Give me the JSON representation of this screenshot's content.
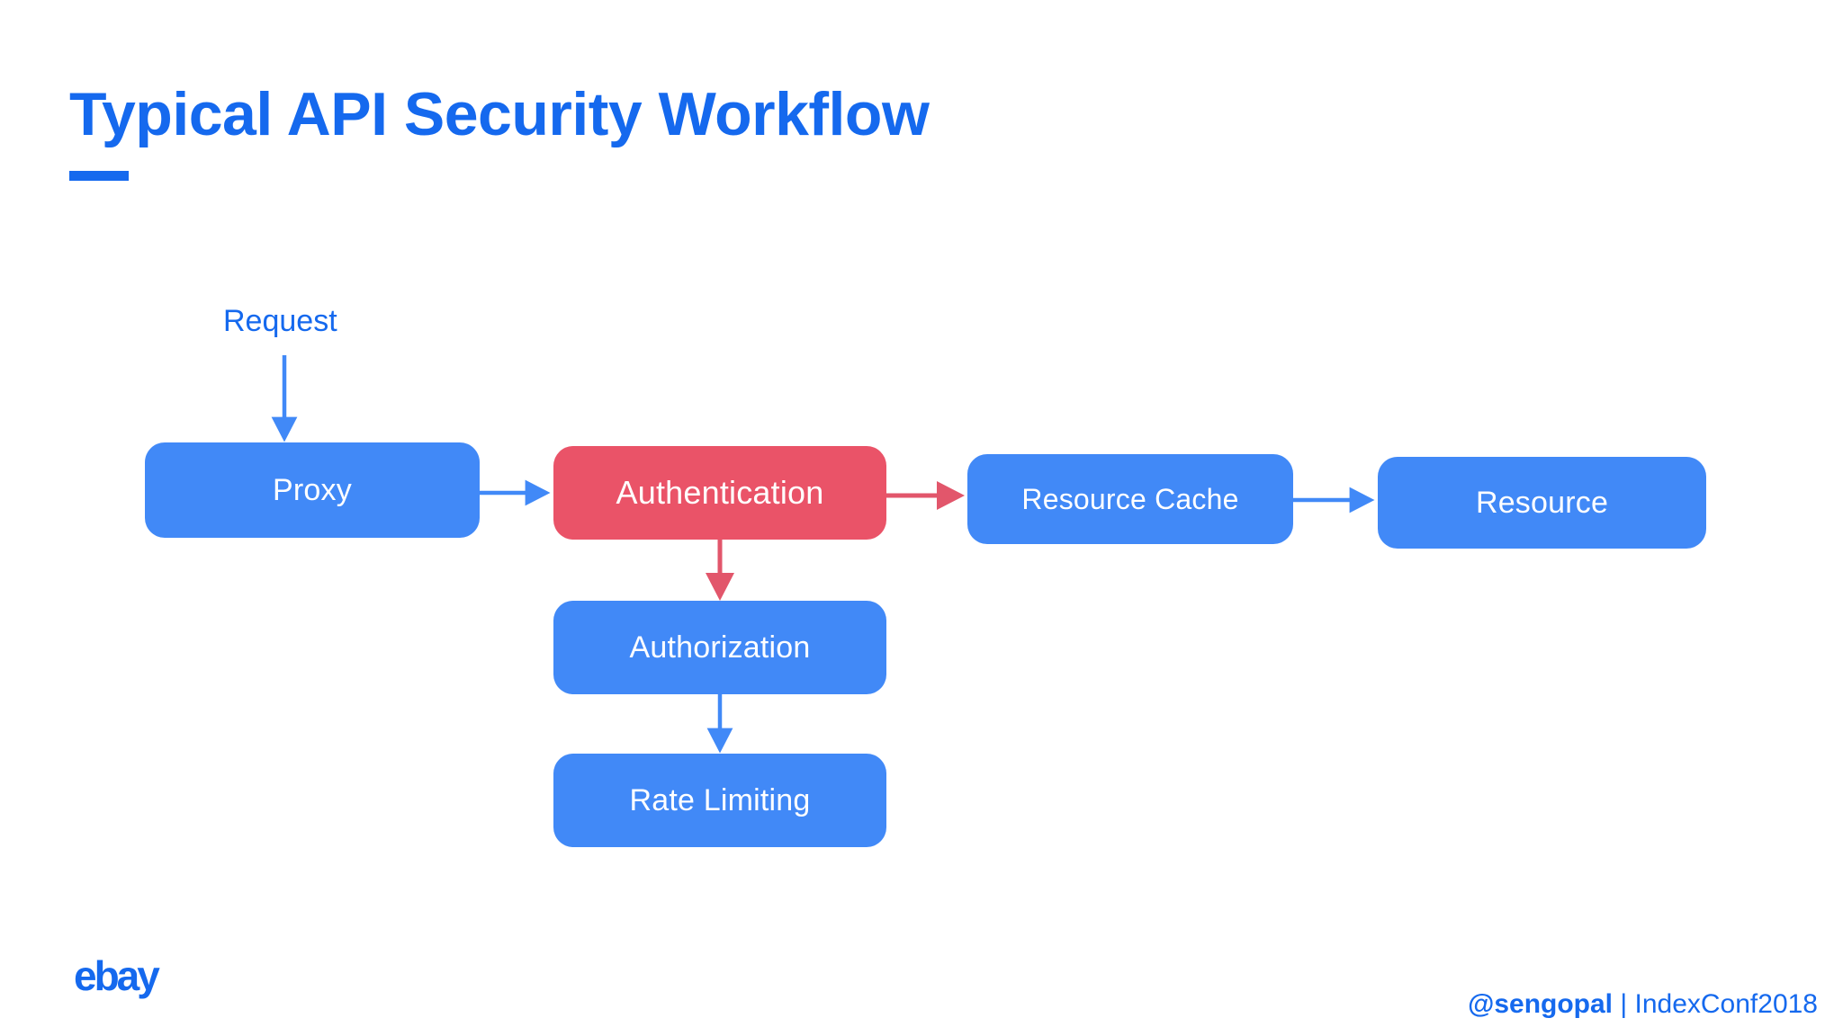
{
  "slide": {
    "title": "Typical API Security Workflow",
    "background_color": "#ffffff",
    "accent_color": "#1569EE"
  },
  "diagram": {
    "entry_label": "Request",
    "colors": {
      "blue_node": "#4189F7",
      "red_node": "#EA5368",
      "blue_arrow": "#4189F7",
      "red_arrow": "#E2566B"
    },
    "nodes": [
      {
        "id": "proxy",
        "label": "Proxy",
        "color": "blue"
      },
      {
        "id": "authentication",
        "label": "Authentication",
        "color": "red"
      },
      {
        "id": "resource_cache",
        "label": "Resource Cache",
        "color": "blue"
      },
      {
        "id": "resource",
        "label": "Resource",
        "color": "blue"
      },
      {
        "id": "authorization",
        "label": "Authorization",
        "color": "blue"
      },
      {
        "id": "rate_limiting",
        "label": "Rate Limiting",
        "color": "blue"
      }
    ],
    "edges": [
      {
        "from": "request",
        "to": "proxy",
        "color": "blue",
        "direction": "down"
      },
      {
        "from": "proxy",
        "to": "authentication",
        "color": "blue",
        "direction": "right"
      },
      {
        "from": "authentication",
        "to": "resource_cache",
        "color": "red",
        "direction": "right"
      },
      {
        "from": "resource_cache",
        "to": "resource",
        "color": "blue",
        "direction": "right"
      },
      {
        "from": "authentication",
        "to": "authorization",
        "color": "red",
        "direction": "down"
      },
      {
        "from": "authorization",
        "to": "rate_limiting",
        "color": "blue",
        "direction": "down"
      }
    ]
  },
  "branding": {
    "logo_text": "ebay",
    "footer_handle": "@sengopal",
    "footer_separator": " | ",
    "footer_event": "IndexConf2018"
  }
}
